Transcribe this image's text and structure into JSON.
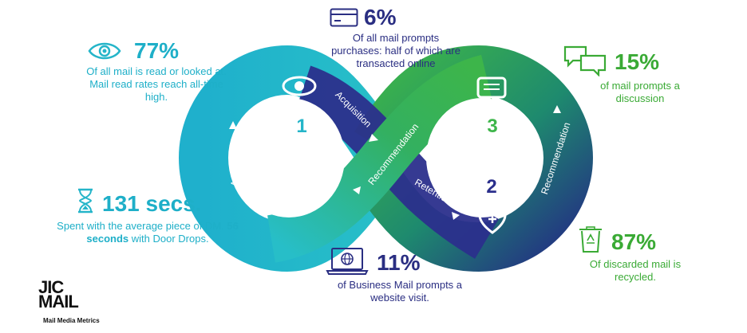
{
  "colors": {
    "teal": "#25B5C9",
    "navy": "#2B2F8C",
    "green": "#3DB54A",
    "teal_text": "#1EAFC8",
    "green_text": "#3AAA35",
    "navy_text": "#2A2E82"
  },
  "loop": {
    "stage_numbers": [
      "1",
      "2",
      "3"
    ],
    "labels": {
      "acquisition_left": "Acquisition",
      "acquisition_top": "Acquisition",
      "recommendation_center": "Recommendation",
      "retention": "Retention",
      "recommendation_right": "Recommendation"
    },
    "icons": [
      "eye-icon",
      "heart-plus-icon",
      "chat-bubble-icon"
    ]
  },
  "stats": {
    "read": {
      "value": "77%",
      "text": "Of all mail is read or looked at. Mail read rates reach all-time high.",
      "icon": "eye-icon"
    },
    "purchase": {
      "value": "6%",
      "text": "Of all mail prompts purchases: half of which are transacted online",
      "icon": "credit-card-icon"
    },
    "discussion": {
      "value": "15%",
      "text": "of mail prompts a discussion",
      "icon": "speech-bubbles-icon"
    },
    "time": {
      "value": "131 secs.",
      "text_pre": "Spent with the average piece of DM. ",
      "text_bold": "56 seconds",
      "text_post": " with Door Drops.",
      "icon": "hourglass-icon"
    },
    "website": {
      "value": "11%",
      "text": "of Business Mail prompts a website visit.",
      "icon": "laptop-icon"
    },
    "recycled": {
      "value": "87%",
      "text": "Of discarded mail is recycled.",
      "icon": "recycle-bin-icon"
    }
  },
  "brand": {
    "logo_line1": "JIC",
    "logo_line2": "MAIL",
    "tagline": "Mail Media Metrics"
  }
}
